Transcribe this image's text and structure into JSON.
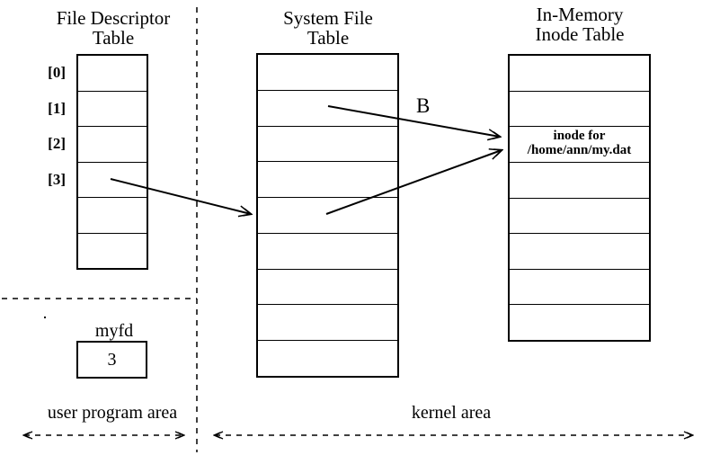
{
  "background": "#ffffff",
  "ink": "#000000",
  "fd_table": {
    "title": [
      "File Descriptor",
      "Table"
    ],
    "rows": 6,
    "row_labels": [
      "[0]",
      "[1]",
      "[2]",
      "[3]"
    ]
  },
  "system_file_table": {
    "title": [
      "System File",
      "Table"
    ],
    "rows": 9
  },
  "inode_table": {
    "title": [
      "In-Memory",
      "Inode Table"
    ],
    "rows": 8,
    "entry_row_index": 2,
    "entry": [
      "inode for",
      "/home/ann/my.dat"
    ]
  },
  "myfd": {
    "label": "myfd",
    "value": "3"
  },
  "areas": {
    "user_label": "user program area",
    "kernel_label": "kernel area"
  },
  "arrow_b_label": "B"
}
